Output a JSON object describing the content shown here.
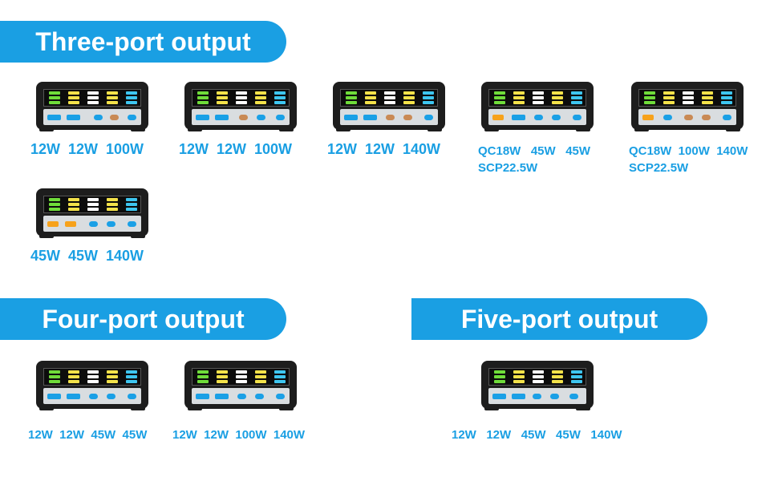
{
  "sections": {
    "three": {
      "title": "Three-port output"
    },
    "four": {
      "title": "Four-port output"
    },
    "five": {
      "title": "Five-port output"
    }
  },
  "colors": {
    "accent": "#1a9fe3",
    "device": "#1d1d1d",
    "port_usb": "#1aa0e6",
    "port_qc": "#f7a21b"
  },
  "products": [
    {
      "id": "p1",
      "line1": "12W  12W  100W",
      "line2": ""
    },
    {
      "id": "p2",
      "line1": "12W  12W  100W",
      "line2": ""
    },
    {
      "id": "p3",
      "line1": "12W  12W  140W",
      "line2": ""
    },
    {
      "id": "p4",
      "line1": "QC18W   45W   45W",
      "line2": "SCP22.5W"
    },
    {
      "id": "p5",
      "line1": "QC18W  100W  140W",
      "line2": "SCP22.5W"
    },
    {
      "id": "p6",
      "line1": "45W  45W  140W",
      "line2": ""
    },
    {
      "id": "p7",
      "line1": "12W  12W  45W  45W",
      "line2": ""
    },
    {
      "id": "p8",
      "line1": "12W  12W  100W  140W",
      "line2": ""
    },
    {
      "id": "p9",
      "line1": "12W   12W   45W   45W   140W",
      "line2": ""
    }
  ]
}
